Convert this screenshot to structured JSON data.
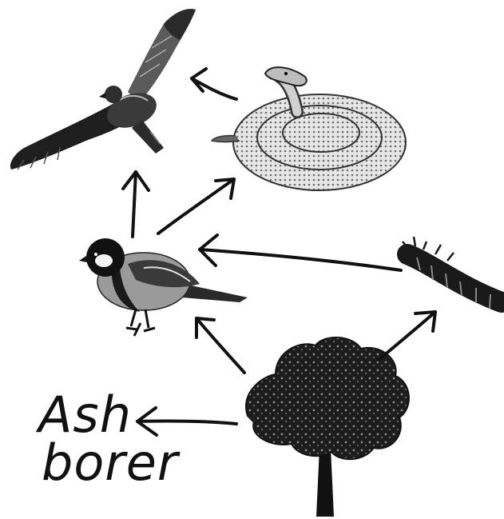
{
  "diagram": {
    "type": "food-web",
    "organisms": [
      {
        "id": "hawk",
        "icon": "hawk-icon"
      },
      {
        "id": "snake",
        "icon": "snake-icon"
      },
      {
        "id": "bird",
        "icon": "great-tit-bird-icon"
      },
      {
        "id": "caterpillar",
        "icon": "caterpillar-icon"
      },
      {
        "id": "tree",
        "icon": "ash-tree-icon"
      },
      {
        "id": "ash-borer",
        "label_lines": [
          "Ash",
          "borer"
        ]
      }
    ],
    "arrows": [
      {
        "from": "snake",
        "to": "hawk"
      },
      {
        "from": "bird",
        "to": "hawk"
      },
      {
        "from": "bird",
        "to": "snake"
      },
      {
        "from": "caterpillar",
        "to": "bird"
      },
      {
        "from": "tree",
        "to": "bird"
      },
      {
        "from": "tree",
        "to": "caterpillar"
      },
      {
        "from": "tree",
        "to": "ash-borer"
      }
    ]
  }
}
